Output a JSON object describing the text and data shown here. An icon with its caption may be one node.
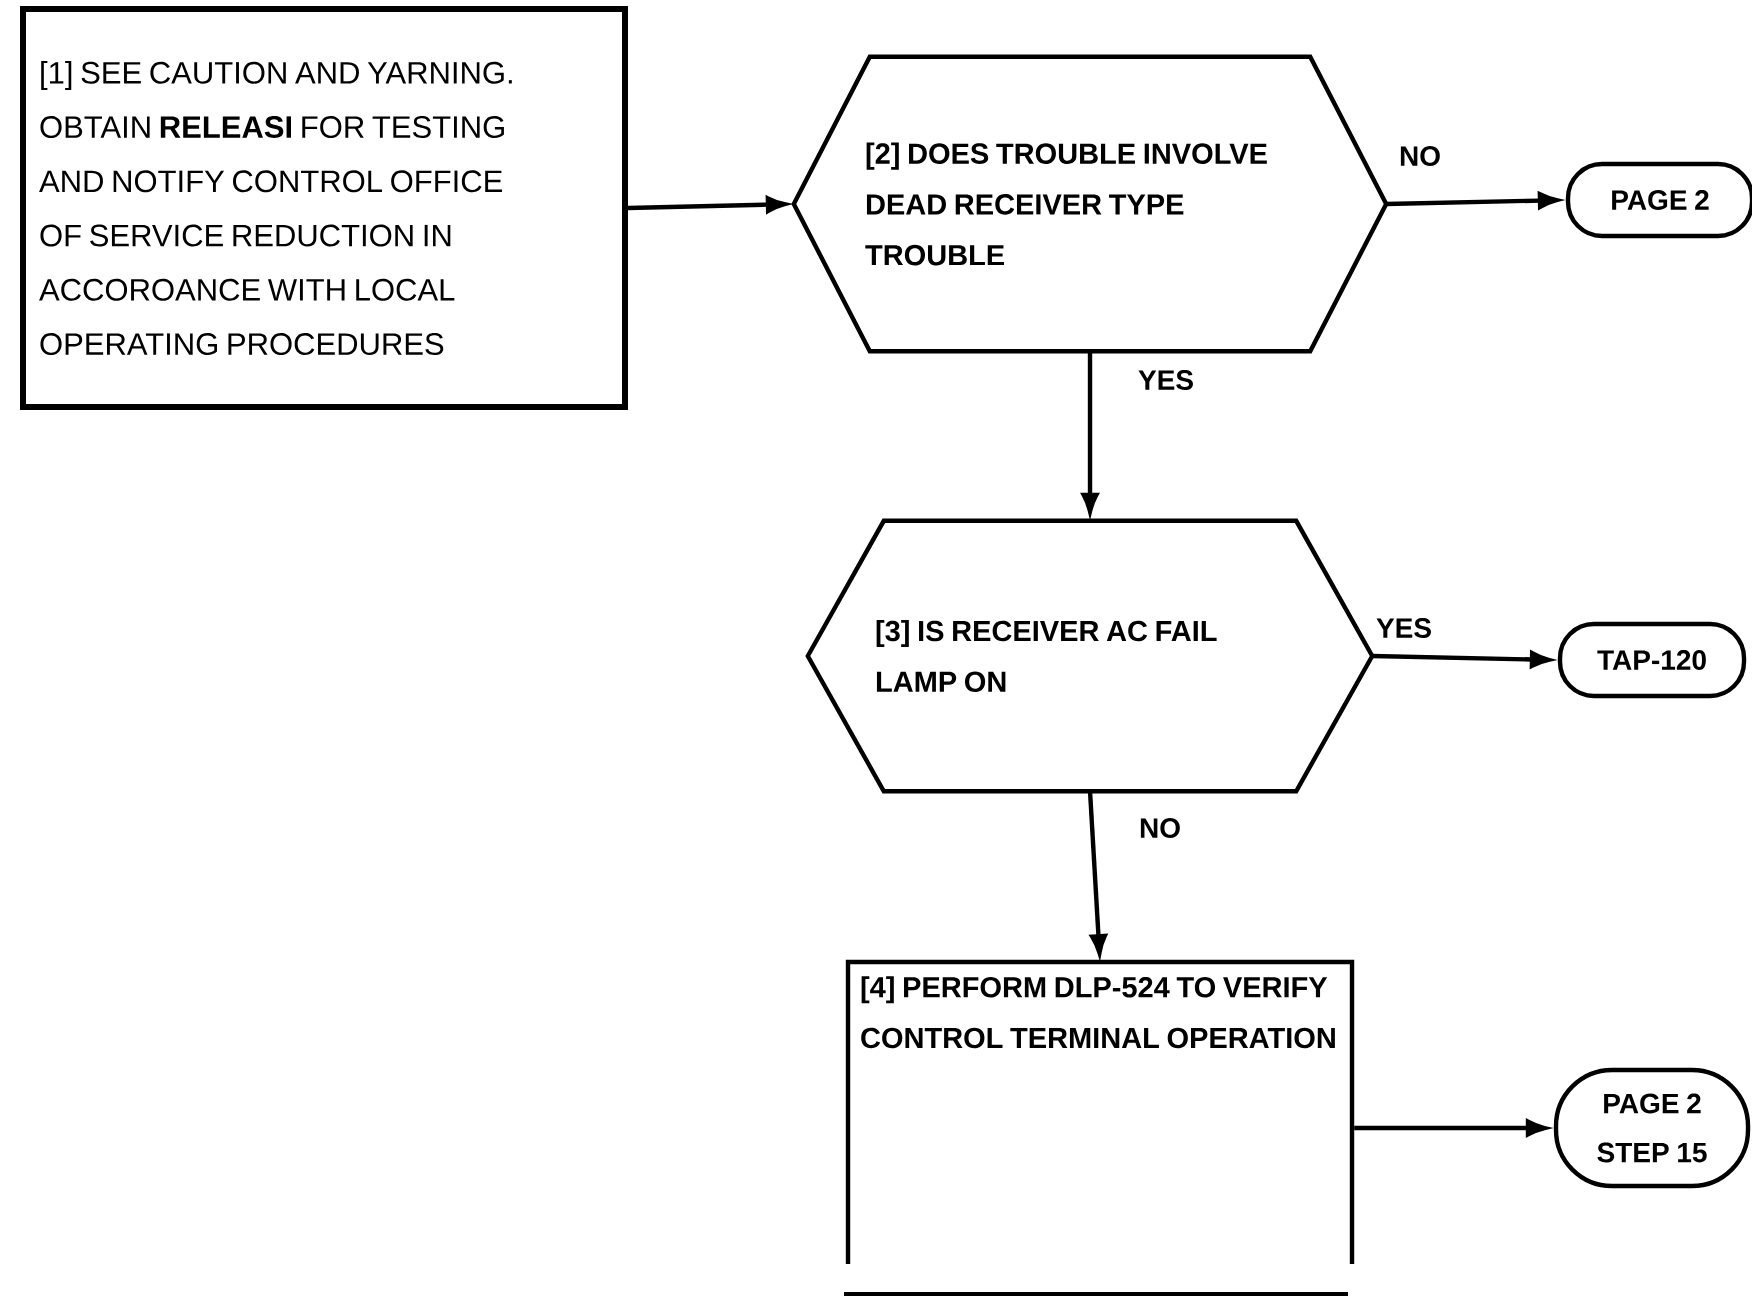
{
  "diagram": {
    "nodes": [
      {
        "text": [
          "[1] SEE CAUTION AND YARNING. OBTAIN **RELEASI** FOR TESTING AND NOTIFY CONTROL OFFICE OF SERVICE REDUCTION IN ACCOROANCE WITH LOCAL OPERATING PROCEDURES"
        ]
      },
      {
        "text": [
          "[2] DOES TROUBLE INVOLVE DEAD RECEIVER TYPE TROUBLE"
        ]
      },
      {
        "text": [
          "PAGE 2"
        ]
      },
      {
        "text": [
          "[3] IS RECEIVER AC FAIL LAMP ON"
        ]
      },
      {
        "text": [
          "TAP-120"
        ]
      },
      {
        "text": [
          "[4] PERFORM DLP-524 TO VERIFY CONTROL TERMINAL OPERATION"
        ]
      },
      {
        "text": [
          "PAGE 2 STEP 15"
        ]
      }
    ],
    "edges": [
      {
        "from": 0,
        "to": 1,
        "arrow": "to"
      },
      {
        "from": 1,
        "to": 2,
        "arrow": "to",
        "label": "NO"
      },
      {
        "from": 1,
        "to": 3,
        "arrow": "to",
        "label": "YES"
      },
      {
        "from": 3,
        "to": 4,
        "arrow": "to",
        "label": "YES"
      },
      {
        "from": 3,
        "to": 5,
        "arrow": "to",
        "label": "NO"
      },
      {
        "from": 5,
        "to": 6,
        "arrow": "to"
      }
    ]
  }
}
